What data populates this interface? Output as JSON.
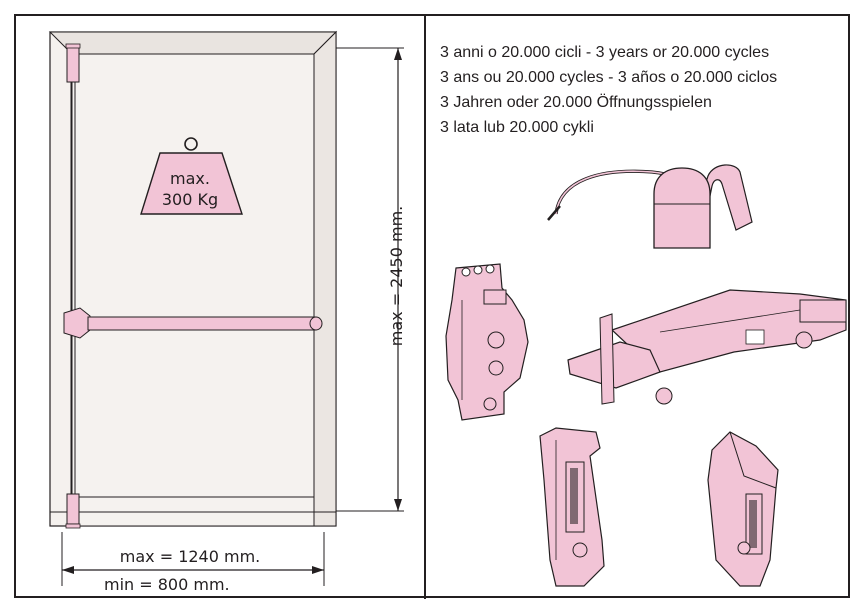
{
  "weight": {
    "line1": "max.",
    "line2": "300 Kg"
  },
  "height_label": "max = 2450 mm.",
  "width_max_label": "max = 1240 mm.",
  "width_min_label": "min  = 800 mm.",
  "specs": [
    "3 anni o 20.000 cicli - 3 years or 20.000 cycles",
    "3 ans ou 20.000 cycles - 3 años o 20.000 ciclos",
    "3 Jahren oder 20.000 Öffnungsspielen",
    "3 lata lub 20.000 cykli"
  ],
  "colors": {
    "accent": "#f2c4d6",
    "line": "#231f20",
    "frame": "#f5f1ee"
  }
}
